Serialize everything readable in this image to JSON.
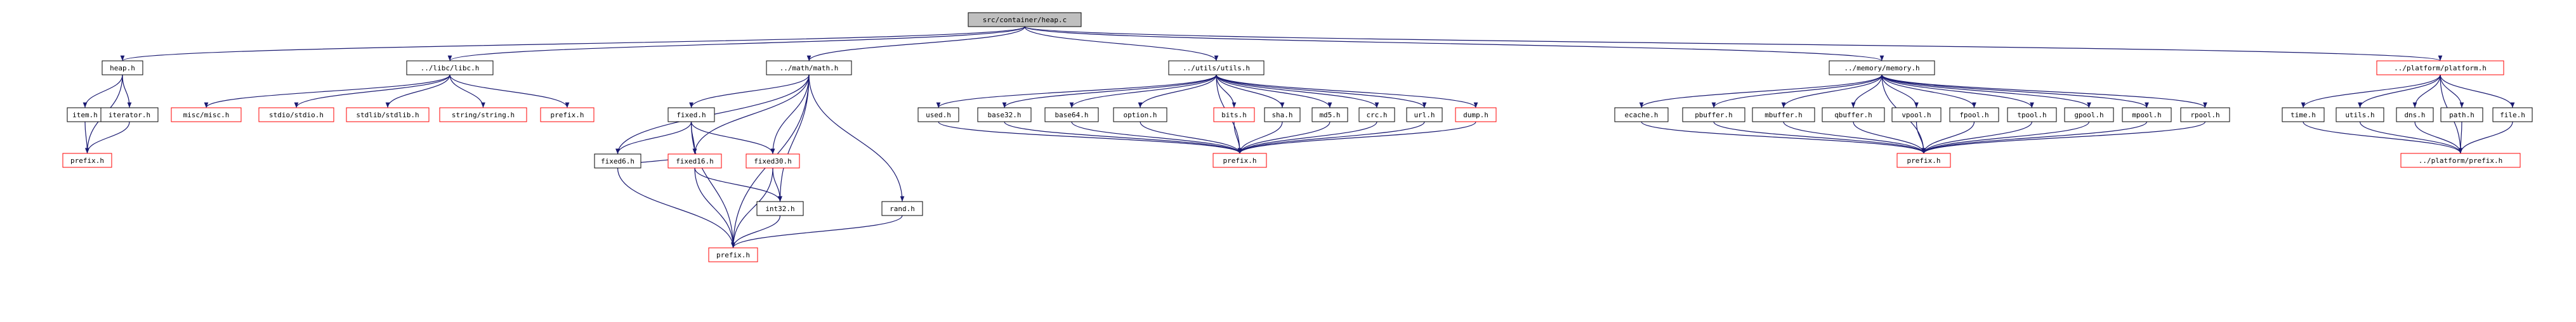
{
  "graph": {
    "nodes": [
      {
        "id": "root",
        "label": "src/container/heap.c",
        "kind": "root"
      },
      {
        "id": "heap",
        "label": "heap.h",
        "kind": "normal"
      },
      {
        "id": "item",
        "label": "item.h",
        "kind": "normal"
      },
      {
        "id": "iterator",
        "label": "iterator.h",
        "kind": "normal"
      },
      {
        "id": "prefix_a",
        "label": "prefix.h",
        "kind": "missing"
      },
      {
        "id": "libc",
        "label": "../libc/libc.h",
        "kind": "normal"
      },
      {
        "id": "misc",
        "label": "misc/misc.h",
        "kind": "missing"
      },
      {
        "id": "stdio",
        "label": "stdio/stdio.h",
        "kind": "missing"
      },
      {
        "id": "stdlib",
        "label": "stdlib/stdlib.h",
        "kind": "missing"
      },
      {
        "id": "string",
        "label": "string/string.h",
        "kind": "missing"
      },
      {
        "id": "prefix_b",
        "label": "prefix.h",
        "kind": "missing"
      },
      {
        "id": "math",
        "label": "../math/math.h",
        "kind": "normal"
      },
      {
        "id": "fixed",
        "label": "fixed.h",
        "kind": "normal"
      },
      {
        "id": "fixed6",
        "label": "fixed6.h",
        "kind": "normal"
      },
      {
        "id": "fixed16",
        "label": "fixed16.h",
        "kind": "missing"
      },
      {
        "id": "fixed30",
        "label": "fixed30.h",
        "kind": "missing"
      },
      {
        "id": "int32",
        "label": "int32.h",
        "kind": "normal"
      },
      {
        "id": "rand",
        "label": "rand.h",
        "kind": "normal"
      },
      {
        "id": "prefix_c",
        "label": "prefix.h",
        "kind": "missing"
      },
      {
        "id": "utils",
        "label": "../utils/utils.h",
        "kind": "normal"
      },
      {
        "id": "used",
        "label": "used.h",
        "kind": "normal"
      },
      {
        "id": "base32",
        "label": "base32.h",
        "kind": "normal"
      },
      {
        "id": "base64",
        "label": "base64.h",
        "kind": "normal"
      },
      {
        "id": "option",
        "label": "option.h",
        "kind": "normal"
      },
      {
        "id": "bits",
        "label": "bits.h",
        "kind": "missing"
      },
      {
        "id": "sha",
        "label": "sha.h",
        "kind": "normal"
      },
      {
        "id": "md5",
        "label": "md5.h",
        "kind": "normal"
      },
      {
        "id": "crc",
        "label": "crc.h",
        "kind": "normal"
      },
      {
        "id": "url",
        "label": "url.h",
        "kind": "normal"
      },
      {
        "id": "dump",
        "label": "dump.h",
        "kind": "missing"
      },
      {
        "id": "prefix_d",
        "label": "prefix.h",
        "kind": "missing"
      },
      {
        "id": "memory",
        "label": "../memory/memory.h",
        "kind": "normal"
      },
      {
        "id": "ecache",
        "label": "ecache.h",
        "kind": "normal"
      },
      {
        "id": "pbuffer",
        "label": "pbuffer.h",
        "kind": "normal"
      },
      {
        "id": "mbuffer",
        "label": "mbuffer.h",
        "kind": "normal"
      },
      {
        "id": "qbuffer",
        "label": "qbuffer.h",
        "kind": "normal"
      },
      {
        "id": "vpool",
        "label": "vpool.h",
        "kind": "normal"
      },
      {
        "id": "fpool",
        "label": "fpool.h",
        "kind": "normal"
      },
      {
        "id": "tpool",
        "label": "tpool.h",
        "kind": "normal"
      },
      {
        "id": "gpool",
        "label": "gpool.h",
        "kind": "normal"
      },
      {
        "id": "mpool",
        "label": "mpool.h",
        "kind": "normal"
      },
      {
        "id": "rpool",
        "label": "rpool.h",
        "kind": "normal"
      },
      {
        "id": "prefix_e",
        "label": "prefix.h",
        "kind": "missing"
      },
      {
        "id": "platform",
        "label": "../platform/platform.h",
        "kind": "missing"
      },
      {
        "id": "time",
        "label": "time.h",
        "kind": "normal"
      },
      {
        "id": "utils2",
        "label": "utils.h",
        "kind": "normal"
      },
      {
        "id": "dns",
        "label": "dns.h",
        "kind": "normal"
      },
      {
        "id": "path",
        "label": "path.h",
        "kind": "normal"
      },
      {
        "id": "file",
        "label": "file.h",
        "kind": "normal"
      },
      {
        "id": "pprefix",
        "label": "../platform/prefix.h",
        "kind": "missing"
      }
    ],
    "edges": [
      [
        "root",
        "heap"
      ],
      [
        "root",
        "libc"
      ],
      [
        "root",
        "math"
      ],
      [
        "root",
        "utils"
      ],
      [
        "root",
        "memory"
      ],
      [
        "root",
        "platform"
      ],
      [
        "heap",
        "item"
      ],
      [
        "heap",
        "iterator"
      ],
      [
        "heap",
        "prefix_a"
      ],
      [
        "item",
        "prefix_a"
      ],
      [
        "iterator",
        "prefix_a"
      ],
      [
        "libc",
        "misc"
      ],
      [
        "libc",
        "stdio"
      ],
      [
        "libc",
        "stdlib"
      ],
      [
        "libc",
        "string"
      ],
      [
        "libc",
        "prefix_b"
      ],
      [
        "math",
        "fixed"
      ],
      [
        "math",
        "fixed6"
      ],
      [
        "math",
        "fixed16"
      ],
      [
        "math",
        "fixed30"
      ],
      [
        "math",
        "int32"
      ],
      [
        "math",
        "rand"
      ],
      [
        "math",
        "prefix_c"
      ],
      [
        "fixed",
        "fixed6"
      ],
      [
        "fixed",
        "fixed16"
      ],
      [
        "fixed",
        "fixed30"
      ],
      [
        "fixed",
        "prefix_c"
      ],
      [
        "fixed6",
        "fixed16"
      ],
      [
        "fixed6",
        "prefix_c"
      ],
      [
        "fixed16",
        "int32"
      ],
      [
        "fixed16",
        "prefix_c"
      ],
      [
        "fixed30",
        "int32"
      ],
      [
        "fixed30",
        "prefix_c"
      ],
      [
        "int32",
        "prefix_c"
      ],
      [
        "rand",
        "prefix_c"
      ],
      [
        "utils",
        "used"
      ],
      [
        "utils",
        "base32"
      ],
      [
        "utils",
        "base64"
      ],
      [
        "utils",
        "option"
      ],
      [
        "utils",
        "bits"
      ],
      [
        "utils",
        "sha"
      ],
      [
        "utils",
        "md5"
      ],
      [
        "utils",
        "crc"
      ],
      [
        "utils",
        "url"
      ],
      [
        "utils",
        "dump"
      ],
      [
        "utils",
        "prefix_d"
      ],
      [
        "used",
        "prefix_d"
      ],
      [
        "base32",
        "prefix_d"
      ],
      [
        "base64",
        "prefix_d"
      ],
      [
        "option",
        "prefix_d"
      ],
      [
        "bits",
        "prefix_d"
      ],
      [
        "sha",
        "prefix_d"
      ],
      [
        "md5",
        "prefix_d"
      ],
      [
        "crc",
        "prefix_d"
      ],
      [
        "url",
        "prefix_d"
      ],
      [
        "dump",
        "prefix_d"
      ],
      [
        "memory",
        "ecache"
      ],
      [
        "memory",
        "pbuffer"
      ],
      [
        "memory",
        "mbuffer"
      ],
      [
        "memory",
        "qbuffer"
      ],
      [
        "memory",
        "vpool"
      ],
      [
        "memory",
        "fpool"
      ],
      [
        "memory",
        "tpool"
      ],
      [
        "memory",
        "gpool"
      ],
      [
        "memory",
        "mpool"
      ],
      [
        "memory",
        "rpool"
      ],
      [
        "memory",
        "prefix_e"
      ],
      [
        "ecache",
        "prefix_e"
      ],
      [
        "pbuffer",
        "prefix_e"
      ],
      [
        "mbuffer",
        "prefix_e"
      ],
      [
        "qbuffer",
        "prefix_e"
      ],
      [
        "vpool",
        "prefix_e"
      ],
      [
        "fpool",
        "prefix_e"
      ],
      [
        "tpool",
        "prefix_e"
      ],
      [
        "gpool",
        "prefix_e"
      ],
      [
        "mpool",
        "prefix_e"
      ],
      [
        "rpool",
        "prefix_e"
      ],
      [
        "platform",
        "time"
      ],
      [
        "platform",
        "utils2"
      ],
      [
        "platform",
        "dns"
      ],
      [
        "platform",
        "path"
      ],
      [
        "platform",
        "file"
      ],
      [
        "platform",
        "pprefix"
      ],
      [
        "time",
        "pprefix"
      ],
      [
        "utils2",
        "pprefix"
      ],
      [
        "dns",
        "pprefix"
      ],
      [
        "path",
        "pprefix"
      ],
      [
        "file",
        "pprefix"
      ]
    ],
    "colors": {
      "root_fill": "#bfbfbf",
      "node_border": "#000000",
      "missing_border": "#ff0000",
      "edge": "#191970",
      "background": "#ffffff"
    }
  }
}
